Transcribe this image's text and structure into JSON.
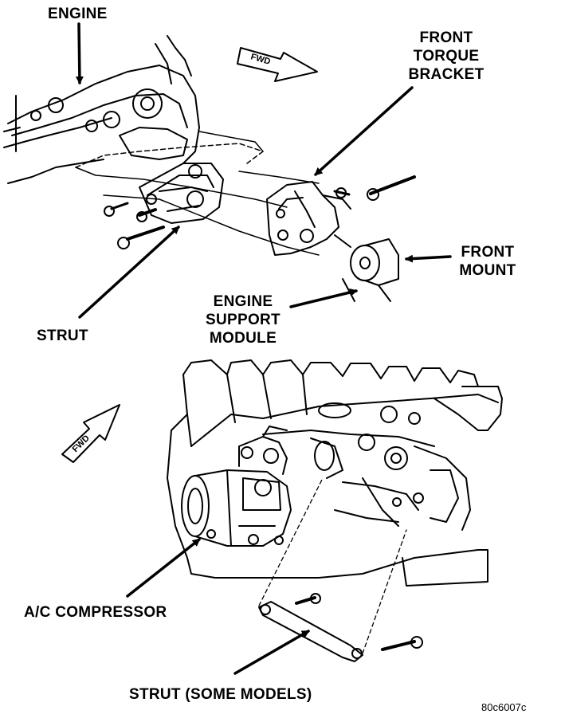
{
  "labels": {
    "engine": "ENGINE",
    "front_torque_bracket": [
      "FRONT",
      "TORQUE",
      "BRACKET"
    ],
    "front_mount": [
      "FRONT",
      "MOUNT"
    ],
    "engine_support_module": [
      "ENGINE",
      "SUPPORT",
      "MODULE"
    ],
    "strut": "STRUT",
    "ac_compressor": "A/C COMPRESSOR",
    "strut_some_models": "STRUT (SOME MODELS)",
    "fwd_top": "FWD",
    "fwd_bottom": "FWD",
    "figure_code": "80c6007c"
  },
  "colors": {
    "ink": "#000000",
    "paper": "#ffffff"
  }
}
